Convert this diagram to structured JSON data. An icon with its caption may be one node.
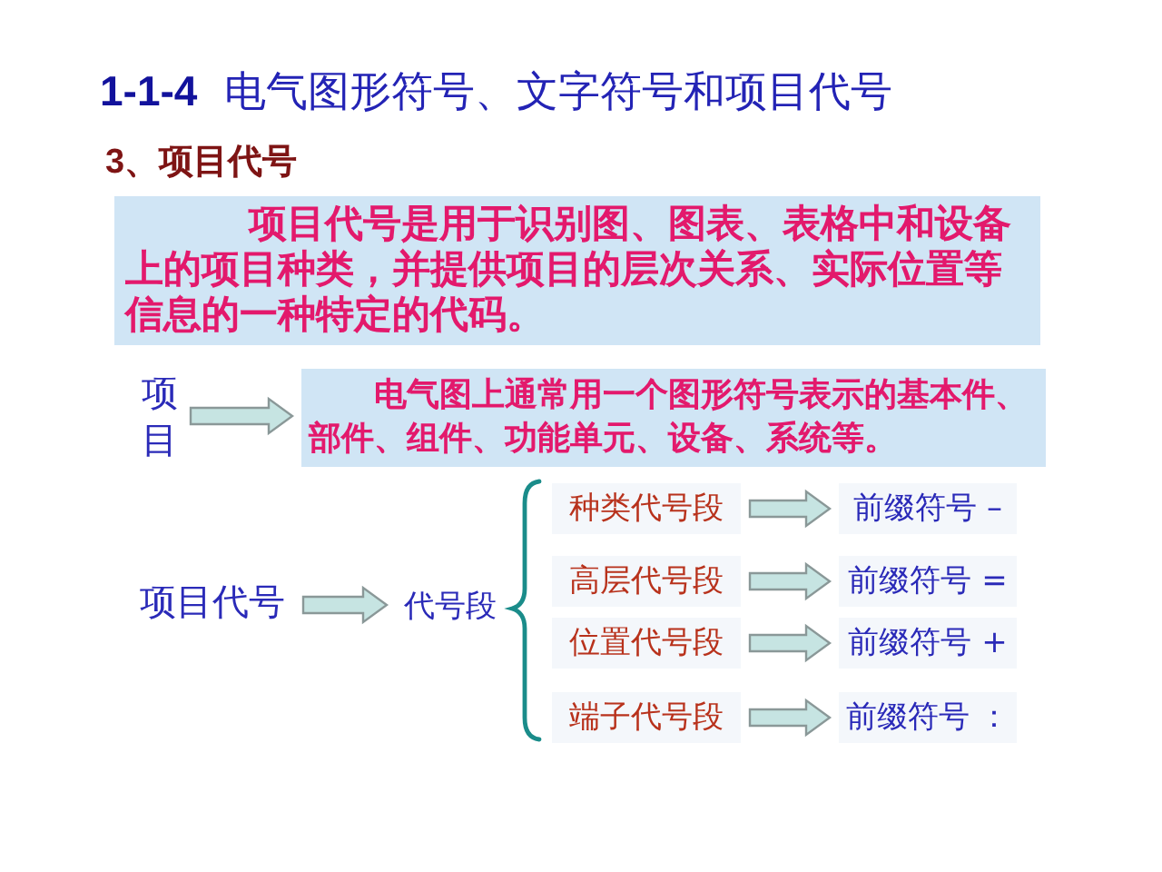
{
  "diagram": {
    "title": "**1-1-4**  电气图形符号、文字符号和项目代号",
    "nodes": [
      {
        "text": [
          "项目代号是用于识别图、图表、表格中和设备上的项目种类，并提供项目的层次关系、实际位置等信息的一种特定的代码。"
        ]
      },
      {
        "text": [
          "项目"
        ]
      },
      {
        "text": [
          "电气图上通常用一个图形符号表示的基本件、部件、组件、功能单元、设备、系统等。"
        ]
      },
      {
        "text": [
          "项目代号"
        ]
      },
      {
        "text": [
          "代号段"
        ]
      },
      {
        "text": [
          "种类代号段"
        ]
      },
      {
        "text": [
          "前缀符号 –"
        ]
      },
      {
        "text": [
          "高层代号段"
        ]
      },
      {
        "text": [
          "前缀符号 ="
        ]
      },
      {
        "text": [
          "位置代号段"
        ]
      },
      {
        "text": [
          "前缀符号 +"
        ]
      },
      {
        "text": [
          "端子代号段"
        ]
      },
      {
        "text": [
          "前缀符号 ："
        ]
      }
    ],
    "edges": [
      {
        "from": 1,
        "to": 2,
        "arrow": "to"
      },
      {
        "from": 3,
        "to": 4,
        "arrow": "to"
      },
      {
        "from": 5,
        "to": 6,
        "arrow": "to"
      },
      {
        "from": 7,
        "to": 8,
        "arrow": "to"
      },
      {
        "from": 9,
        "to": 10,
        "arrow": "to"
      },
      {
        "from": 11,
        "to": 12,
        "arrow": "to"
      }
    ],
    "labels": [
      "3、项目代号"
    ]
  }
}
